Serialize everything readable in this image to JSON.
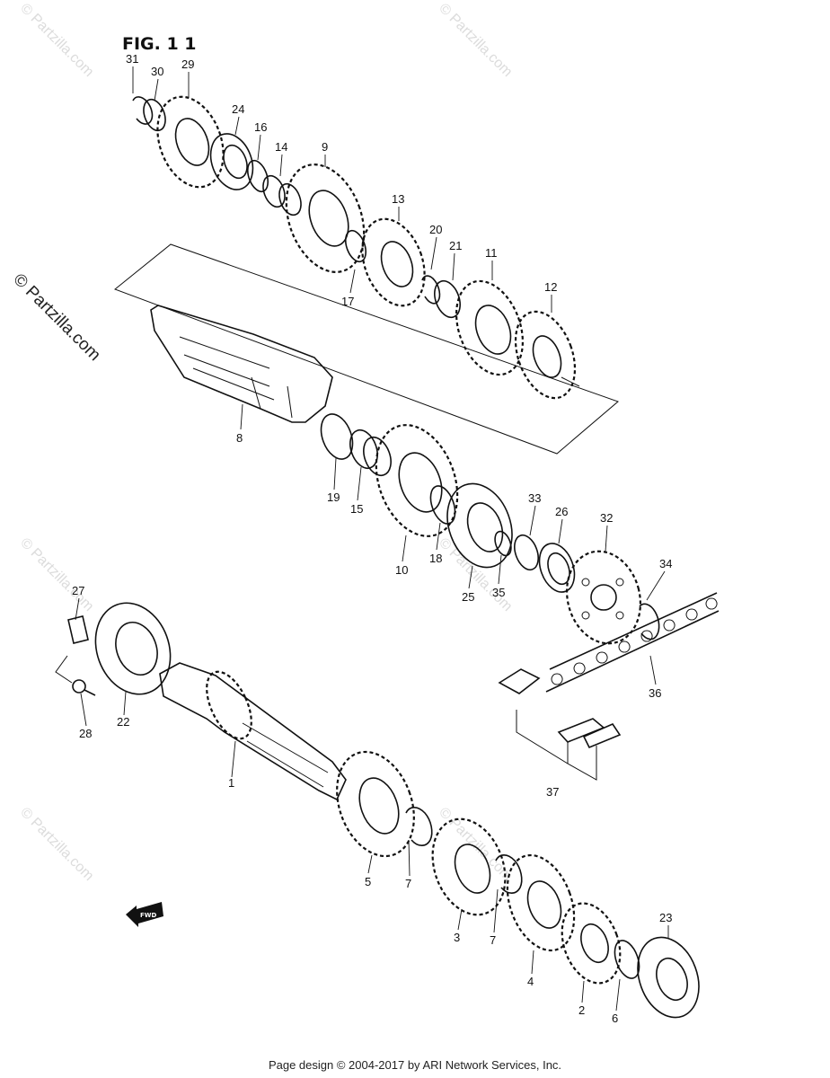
{
  "figure_title": "FIG. 1 1",
  "fwd_label": "FWD",
  "watermark": "© Partzilla.com",
  "footer": "Page design © 2004-2017 by ARI Network Services, Inc.",
  "callouts": [
    "31",
    "30",
    "29",
    "24",
    "16",
    "14",
    "9",
    "13",
    "20",
    "21",
    "11",
    "12",
    "17",
    "8",
    "19",
    "15",
    "10",
    "18",
    "25",
    "35",
    "33",
    "26",
    "32",
    "34",
    "27",
    "22",
    "28",
    "1",
    "36",
    "37",
    "5",
    "7",
    "3",
    "4",
    "2",
    "6",
    "23"
  ]
}
